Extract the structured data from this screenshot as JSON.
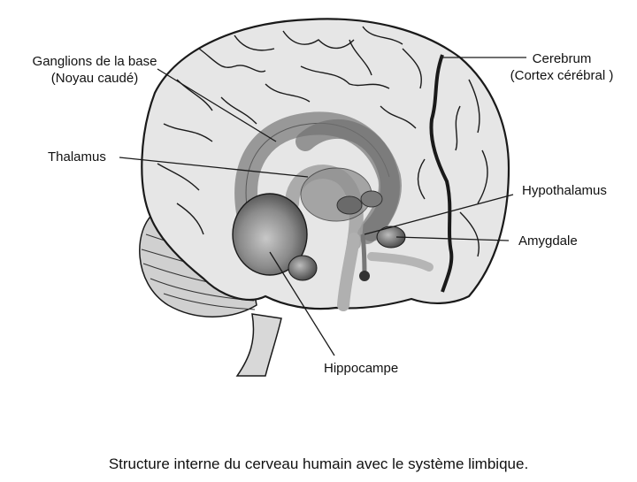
{
  "labels": {
    "ganglia_line1": "Ganglions de la base",
    "ganglia_line2": "(Noyau caudé)",
    "thalamus": "Thalamus",
    "cerebrum_line1": "Cerebrum",
    "cerebrum_line2": "(Cortex cérébral )",
    "hypothalamus": "Hypothalamus",
    "amygdala": "Amygdale",
    "hippocampus": "Hippocampe"
  },
  "caption": "Structure interne du cerveau humain avec le système limbique.",
  "colors": {
    "brain_fill": "#e6e6e6",
    "outline": "#1a1a1a",
    "structure_dark": "#555555",
    "structure_mid": "#8a8a8a",
    "structure_light": "#bdbdbd"
  }
}
